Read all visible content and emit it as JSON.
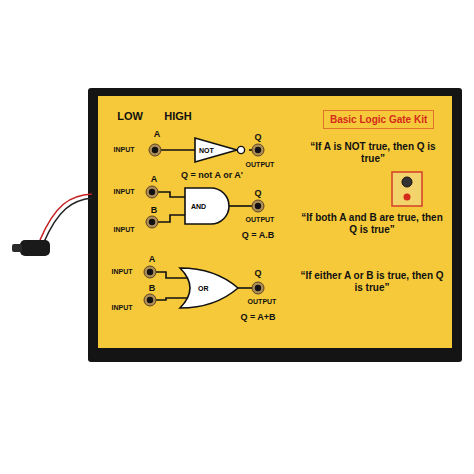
{
  "diagram": {
    "nodes": [
      {
        "text": [
          "Basic Logic Gate Kit"
        ]
      },
      {
        "text": [
          "NOT"
        ]
      },
      {
        "text": [
          "AND"
        ]
      },
      {
        "text": [
          "OR"
        ]
      }
    ],
    "labels": [
      "LOW",
      "HIGH",
      "A",
      "INPUT",
      "Q",
      "OUTPUT",
      "Q = not A or A'",
      "“If A is NOT true, then Q is true”",
      "A",
      "INPUT",
      "B",
      "INPUT",
      "Q",
      "OUTPUT",
      "Q = A.B",
      "“If both A and B are true, then Q is true”",
      "A",
      "INPUT",
      "B",
      "INPUT",
      "Q",
      "OUTPUT",
      "Q = A+B",
      "“If either A or B is true, then Q is true”"
    ]
  }
}
